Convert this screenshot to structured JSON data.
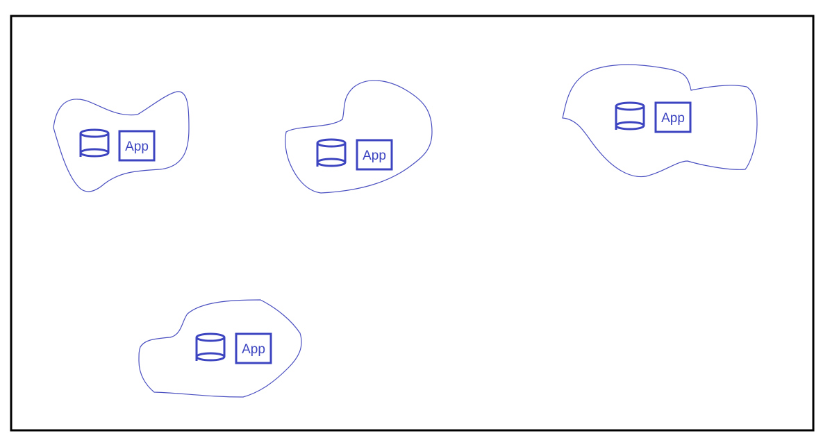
{
  "diagram": {
    "colors": {
      "stroke": "#3c44c0",
      "blob": "#4a4fc0",
      "frame": "#000000",
      "background": "#ffffff"
    },
    "clusters": [
      {
        "database_icon": "database-icon",
        "app_label": "App"
      },
      {
        "database_icon": "database-icon",
        "app_label": "App"
      },
      {
        "database_icon": "database-icon",
        "app_label": "App"
      },
      {
        "database_icon": "database-icon",
        "app_label": "App"
      }
    ]
  }
}
